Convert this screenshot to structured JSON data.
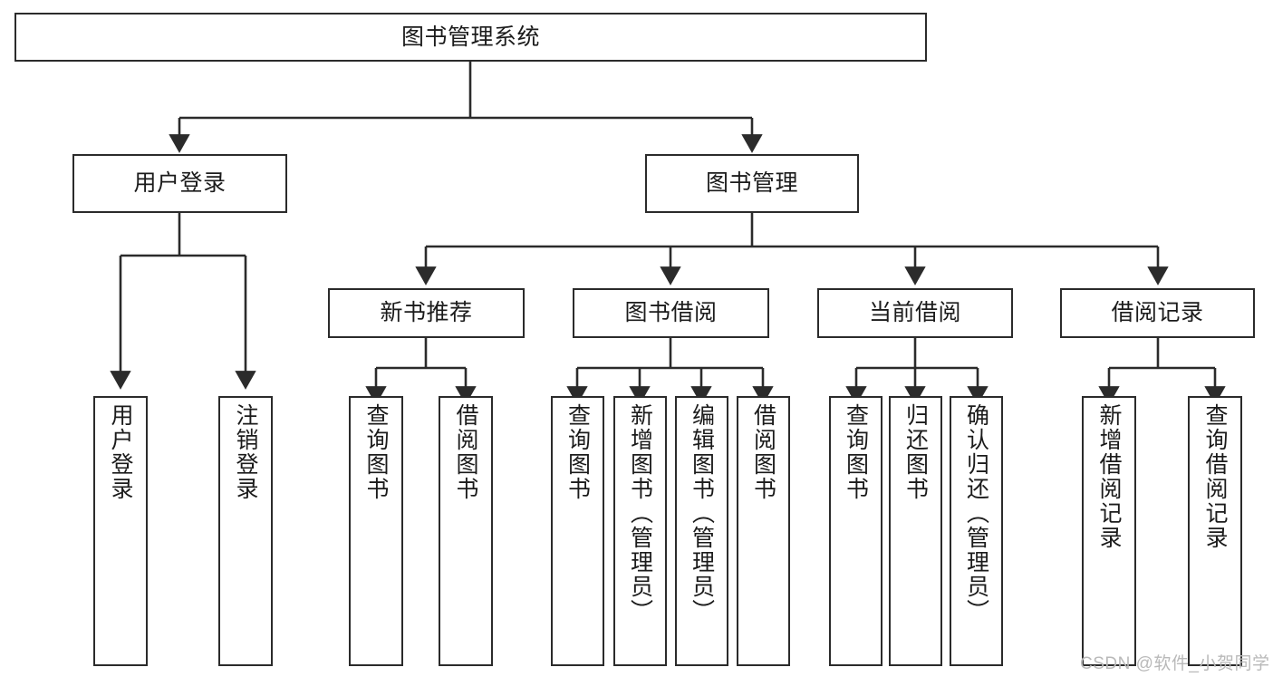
{
  "diagram": {
    "type": "tree-hierarchy",
    "title": "图书管理系统",
    "root": {
      "label": "图书管理系统"
    },
    "level2": [
      {
        "label": "用户登录"
      },
      {
        "label": "图书管理"
      }
    ],
    "level3": [
      {
        "label": "新书推荐"
      },
      {
        "label": "图书借阅"
      },
      {
        "label": "当前借阅"
      },
      {
        "label": "借阅记录"
      }
    ],
    "leaves": {
      "user_login": [
        {
          "label": "用户登录"
        },
        {
          "label": "注销登录"
        }
      ],
      "new_book_recommend": [
        {
          "label": "查询图书"
        },
        {
          "label": "借阅图书"
        }
      ],
      "book_borrow": [
        {
          "label": "查询图书"
        },
        {
          "label": "新增图书（管理员）"
        },
        {
          "label": "编辑图书（管理员）"
        },
        {
          "label": "借阅图书"
        }
      ],
      "current_borrow": [
        {
          "label": "查询图书"
        },
        {
          "label": "归还图书"
        },
        {
          "label": "确认归还（管理员）"
        }
      ],
      "borrow_record": [
        {
          "label": "新增借阅记录"
        },
        {
          "label": "查询借阅记录"
        }
      ]
    }
  },
  "watermark": {
    "text": "CSDN @软件_小贺同学"
  },
  "colors": {
    "border": "#2b2b2b",
    "background": "#ffffff",
    "text": "#1b1b1b",
    "watermark": "#b9b9b9"
  }
}
